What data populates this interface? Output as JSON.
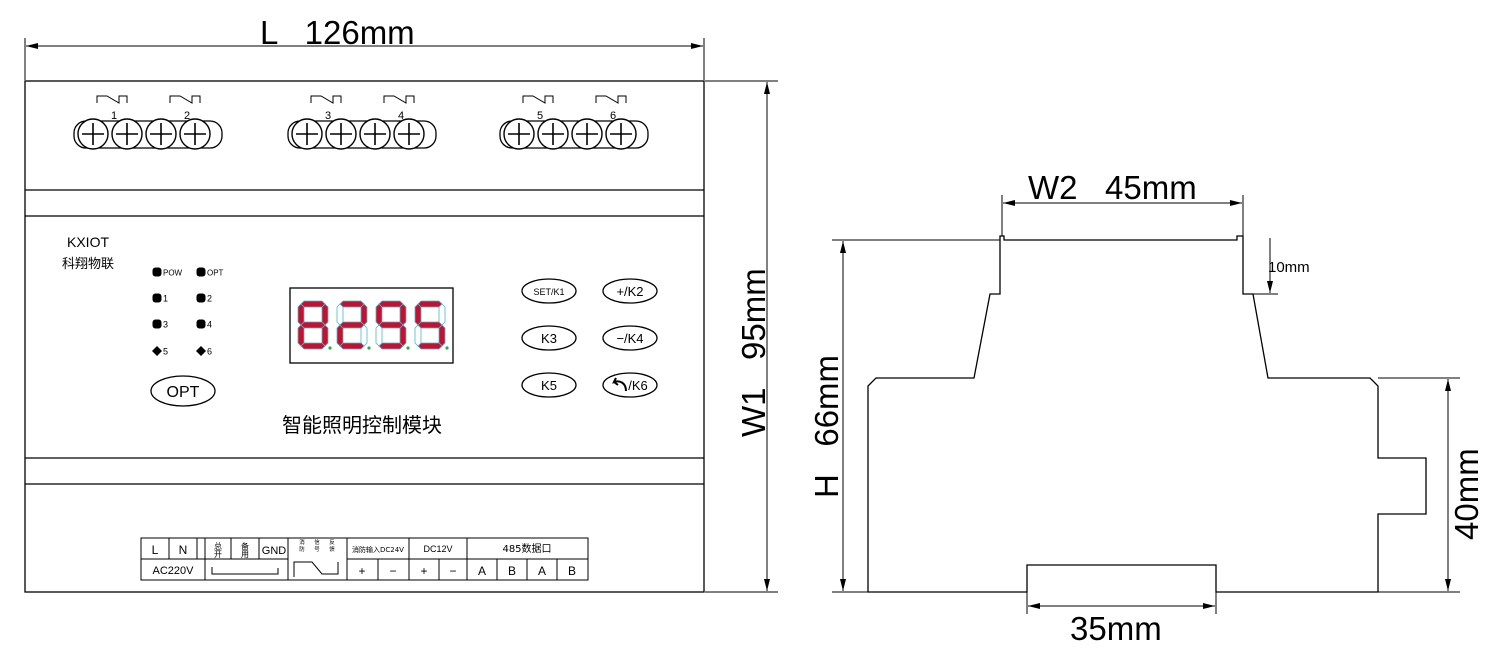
{
  "dimensions": {
    "length": "L   126mm",
    "width_w1": "W1   95mm",
    "width_w2": "W2   45mm",
    "height_h": "H   66mm",
    "step_10": "10mm",
    "side_40": "40mm",
    "rail_35": "35mm"
  },
  "front_panel": {
    "brand": "KXIOT",
    "brand_cn": "科翔物联",
    "product_name": "智能照明控制模块",
    "display_value": "8295",
    "opt_button": "OPT",
    "terminal_numbers": [
      "1",
      "2",
      "3",
      "4",
      "5",
      "6"
    ],
    "leds": {
      "pow": "POW",
      "opt": "OPT",
      "relays": [
        "1",
        "2",
        "3",
        "4",
        "5",
        "6"
      ]
    },
    "keys": {
      "set_k1": "SET/K1",
      "plus_k2": "+/K2",
      "k3": "K3",
      "minus_k4": "−/K4",
      "k5": "K5",
      "back_k6": "/K6"
    }
  },
  "terminal_table": {
    "power_top": [
      "L",
      "N"
    ],
    "main_switch": "总开",
    "spare": "备用",
    "gnd": "GND",
    "fire_signal": [
      "消",
      "防",
      "信",
      "号",
      "反",
      "馈"
    ],
    "fire_input": "消防输入DC24V",
    "dc12": "DC12V",
    "rs485": "485数据口",
    "ac": "AC220V",
    "plus": "+",
    "minus": "−",
    "ab": [
      "A",
      "B",
      "A",
      "B"
    ]
  },
  "colors": {
    "segment_on": "#c8102e",
    "segment_off": "#44b8d4",
    "dp_green": "#2fa84f"
  }
}
